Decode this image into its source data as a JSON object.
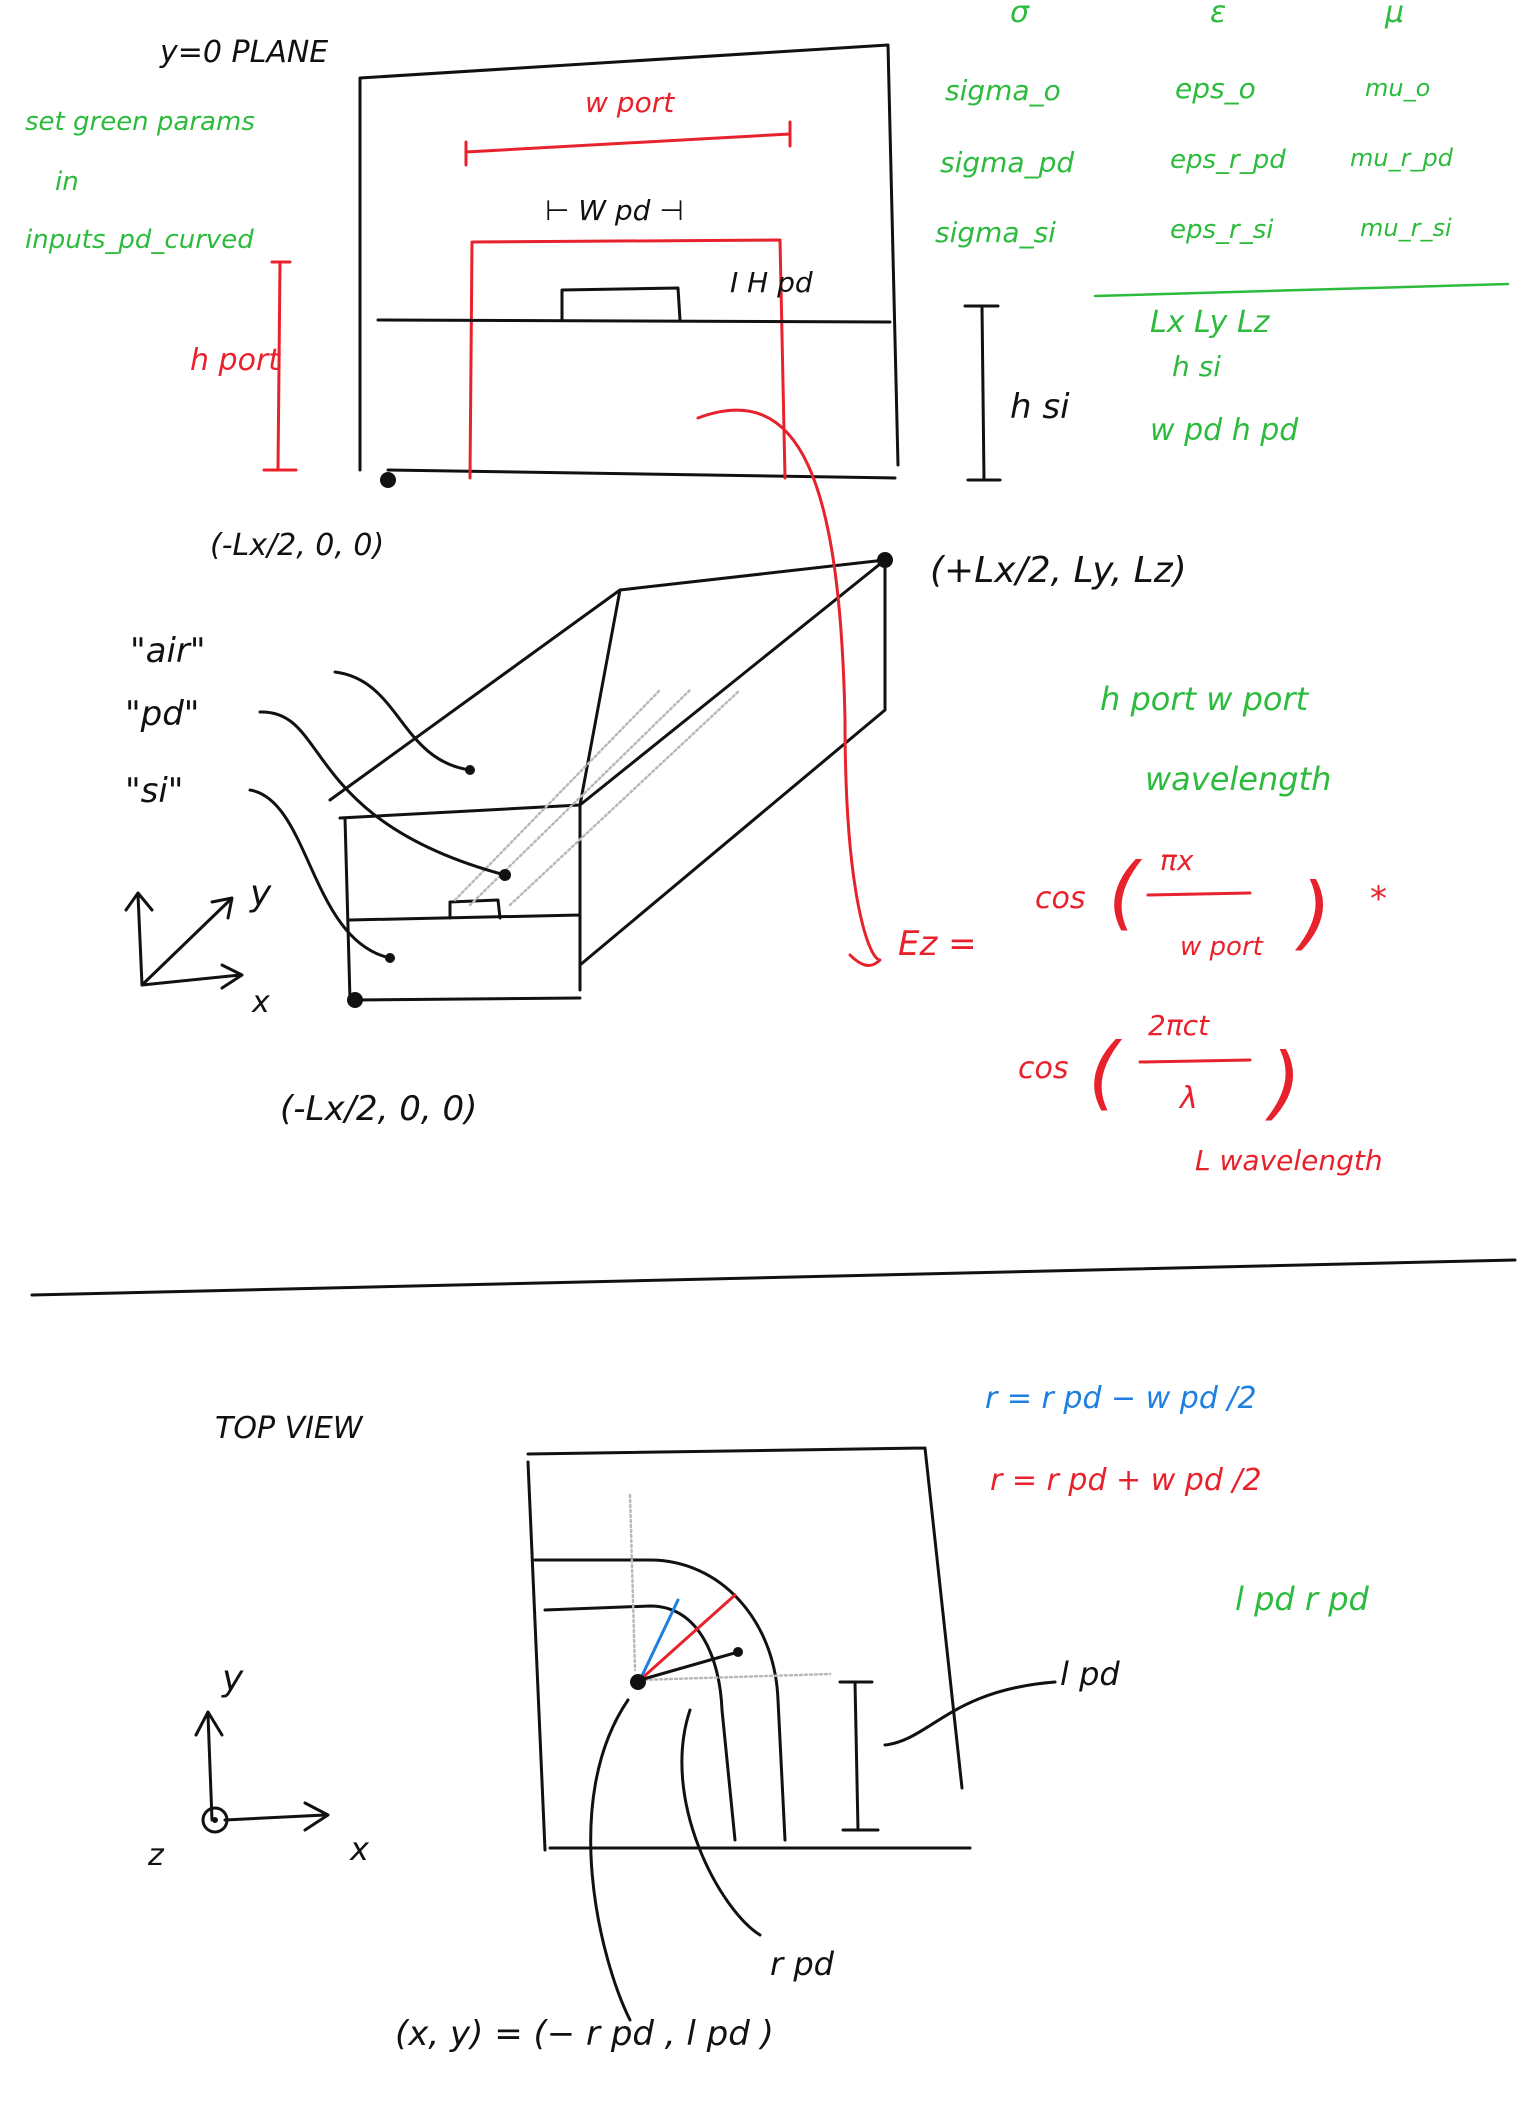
{
  "colors": {
    "ink": "#111111",
    "green": "#2dbb3d",
    "red": "#e8222c",
    "blue": "#1e7fe0"
  },
  "front_view": {
    "title": "y=0 PLANE",
    "w_port_label": "w port",
    "w_pd_label": "⊢ W pd ⊣",
    "h_pd_label": "I H pd",
    "h_port_label": "h port",
    "h_si_label": "h si",
    "origin_label": "(-Lx/2, 0, 0)"
  },
  "green_note": {
    "line1": "set green params",
    "line2": "in",
    "line3": "inputs_pd_curved"
  },
  "materials": {
    "headers": [
      "σ",
      "ε",
      "μ"
    ],
    "rows": [
      [
        "sigma_o",
        "eps_o",
        "mu_o"
      ],
      [
        "sigma_pd",
        "eps_r_pd",
        "mu_r_pd"
      ],
      [
        "sigma_si",
        "eps_r_si",
        "mu_r_si"
      ]
    ]
  },
  "params": {
    "line1": "Lx  Ly  Lz",
    "line2": "h si",
    "line3": "w pd   h pd",
    "line4": "h port   w port",
    "line5": "wavelength"
  },
  "iso_view": {
    "corner_far": "(+Lx/2, Ly, Lz)",
    "corner_near": "(-Lx/2, 0, 0)",
    "labels": [
      "\"air\"",
      "\"pd\"",
      "\"si\""
    ],
    "axis_y": "y",
    "axis_x": "x"
  },
  "equation": {
    "lhs": "Ez =",
    "cos1": "cos",
    "num1": "πx",
    "den1": "w port",
    "star": "*",
    "cos2": "cos",
    "num2": "2πct",
    "den2": "λ",
    "note": "L wavelength"
  },
  "top_view": {
    "title": "TOP VIEW",
    "r_inner": "r = r pd − w pd /2",
    "r_outer": "r = r pd + w pd /2",
    "params": "l pd   r pd",
    "l_pd_label": "l pd",
    "r_pd_label": "r pd",
    "coord_label": "(x, y) = (− r pd , l pd )",
    "axis_y": "y",
    "axis_x": "x",
    "axis_z": "z"
  }
}
